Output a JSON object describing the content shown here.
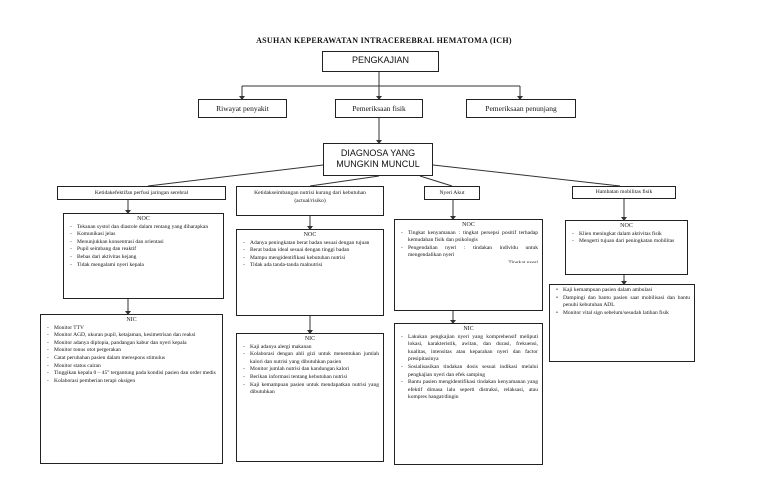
{
  "title": "ASUHAN KEPERAWATAN INTRACEREBRAL HEMATOMA (ICH)",
  "pengkajian": "PENGKAJIAN",
  "assessments": [
    "Riwayat penyakit",
    "Pemeriksaan fisik",
    "Pemeriksaan penunjang"
  ],
  "diagnosis": {
    "line1": "DIAGNOSA YANG",
    "line2": "MUNGKIN MUNCUL"
  },
  "diagnoses": [
    "Ketidakefektifan perfusi jaringan serebral",
    "Ketidakseimbangan nutrisi kurang dari kebutuhan (actual/risiko)",
    "Nyeri Akut",
    "Hambatan mobilitas fisik"
  ],
  "noc_header": "NOC",
  "nic_header": "NIC",
  "col1": {
    "noc": [
      "Tekanan systol dan diastole dalam rentang yang diharapkan",
      "Komunikasi jelas",
      "Menunjukkan konsentrasi dan orientasi",
      "Pupil seimbang dan reaktif",
      "Bebas dari aktivitas kejang",
      "Tidak mengalami nyeri kepala"
    ],
    "nic": [
      "Monitor TTV",
      "Monitor AGD, ukuran pupil, ketajaman, kesimetrisan dan reaksi",
      "Monitor adanya diplopia, pandangan kabur dan nyeri kepala",
      "Monitor tonus otot pergerakan",
      "Catat perubahan pasien dalam merespons stimulus",
      "Monitor status cairan",
      "Tinggikan kepala 0 – 45° tergantung pada kondisi pasien dan order medis",
      "Kolaborasi pemberian terapi oksigen"
    ]
  },
  "col2": {
    "noc": [
      "Adanya peningkatan berat badan sesuai dengan tujuan",
      "Berat badan ideal sesuai dengan tinggi badan",
      "Mampu mengidentifikasi kebutuhan nutrisi",
      "Tidak ada tanda-tanda malnutrisi"
    ],
    "nic": [
      "Kaji adanya alergi makanan",
      "Kolaborasi dengan ahli gizi untuk menentukan jumlah kalori dan nutrisi yang dibutuhkan pasien",
      "Monitor jumlah nutrisi dan kandungan kalori",
      "Berikan informasi tentang kebutuhan nutrisi",
      "Kaji kemampuan pasien untuk mendapatkan nutrisi yang dibutuhkan"
    ]
  },
  "col3": {
    "noc": [
      "Tingkat kenyamanan : tingkat persepsi positif terhadap kemudahan fisik dan psikologis",
      "Pengendalian nyeri : tindakan individu untuk mengendalikan nyeri"
    ],
    "noc_cut": "Tingkat nyeri",
    "nic": [
      "Lakukan pengkajian nyeri yang komprehensif meliputi lokasi, karakteristik, awitan, dan durasi, frekuensi, kualitas, intensitas atau keparahan nyeri dan factor presipitasinya",
      "Sosialisasikan tindakan dosis sesuai indikasi melalui pengkajian nyeri dan efek samping",
      "Bantu pasien mengidentifikasi tindakan kenyamanan yang efektif dimasa lalu seperti distraksi, relaksasi, atau kompres hangat/dingin"
    ]
  },
  "col4": {
    "noc": [
      "Klien meningkat dalam aktivitas fisik",
      "Mengerti tujuan dari peningkatan mobilitas"
    ],
    "nic": [
      "Kaji kemampuan pasien dalam ambulasi",
      "Dampingi dan bantu pasien saat mobilisasi dan bantu penuhi kebutuhan ADL",
      "Monitor vital sign sebelum/sesudah latihan fisik"
    ]
  }
}
